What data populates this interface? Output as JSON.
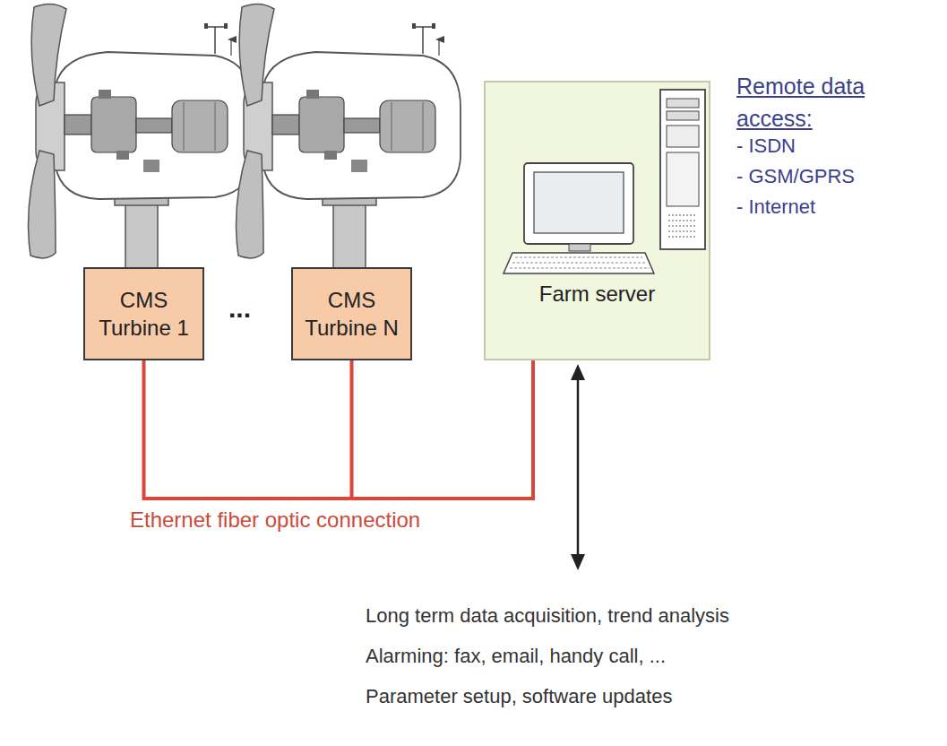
{
  "diagram": {
    "nodes": [
      {
        "text": [
          "CMS Turbine 1"
        ]
      },
      {
        "text": [
          "CMS Turbine N"
        ]
      },
      {
        "text": [
          "Farm server"
        ]
      }
    ],
    "edges": [
      {
        "from": 0,
        "to": 2,
        "arrow": "none"
      },
      {
        "from": 1,
        "to": 2,
        "arrow": "none"
      }
    ],
    "labels": [
      "...",
      "Remote data access:",
      "- ISDN",
      "- GSM/GPRS",
      "- Internet",
      "Ethernet fiber optic connection",
      "Long term data acquisition, trend analysis",
      "Alarming: fax, email, handy call, ...",
      "Parameter setup, software updates"
    ]
  }
}
